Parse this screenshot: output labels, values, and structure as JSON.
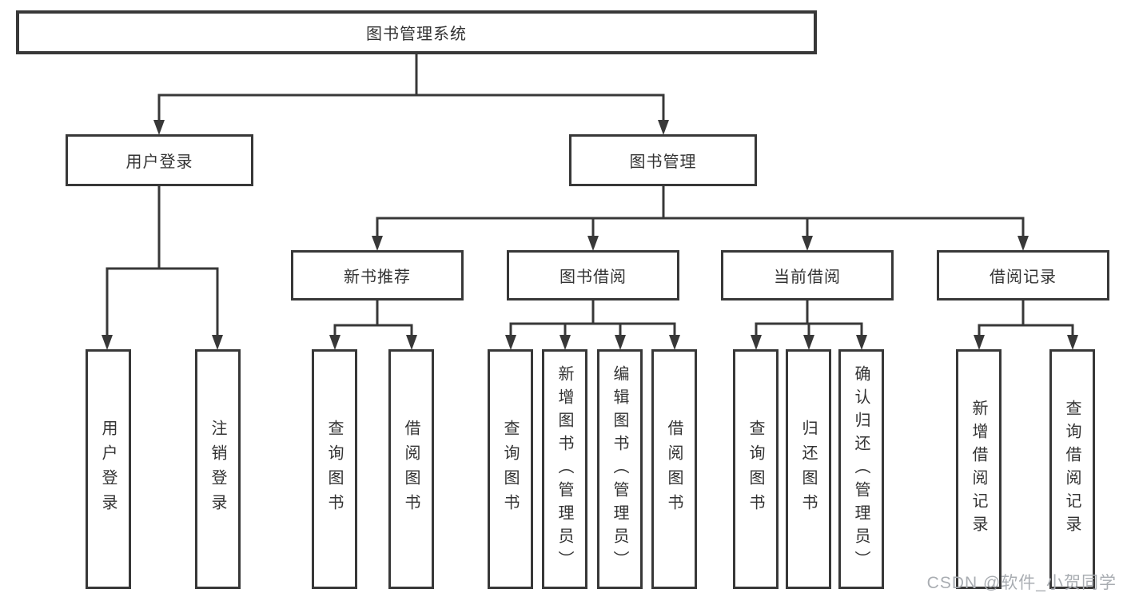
{
  "diagram": {
    "title": "图书管理系统",
    "nodes": {
      "root": "图书管理系统",
      "user_login": "用户登录",
      "book_mgmt": "图书管理",
      "new_book_rec": "新书推荐",
      "book_borrow": "图书借阅",
      "current_borrow": "当前借阅",
      "borrow_record": "借阅记录",
      "leaf_user_login": "用户登录",
      "leaf_logout": "注销登录",
      "leaf_nb_query": "查询图书",
      "leaf_nb_borrow": "借阅图书",
      "leaf_bb_query": "查询图书",
      "leaf_bb_add": "新增图书（管理员）",
      "leaf_bb_edit": "编辑图书（管理员）",
      "leaf_bb_borrow": "借阅图书",
      "leaf_cb_query": "查询图书",
      "leaf_cb_return": "归还图书",
      "leaf_cb_confirm": "确认归还（管理员）",
      "leaf_br_add": "新增借阅记录",
      "leaf_br_query": "查询借阅记录"
    },
    "colors": {
      "line": "#383838",
      "text": "#333333",
      "watermark": "#a9adb2"
    }
  },
  "watermark": "CSDN @软件_小贺同学"
}
